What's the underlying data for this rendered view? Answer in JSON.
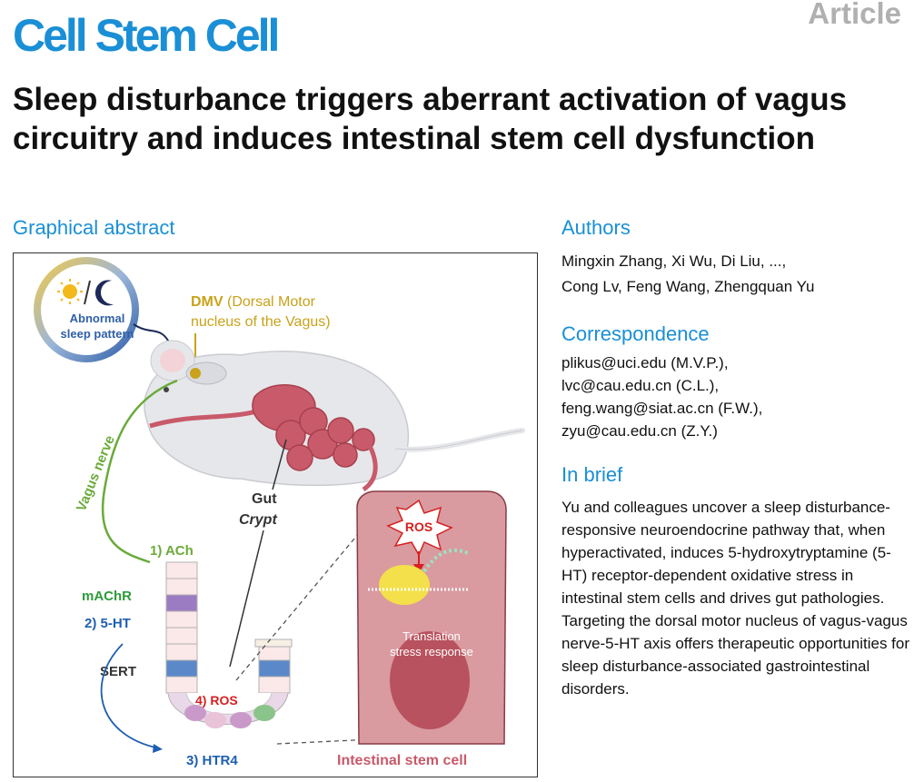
{
  "header": {
    "journal": "Cell Stem Cell",
    "article_type": "Article"
  },
  "paper": {
    "title": "Sleep disturbance triggers aberrant activation of vagus circuitry and induces intestinal stem cell dysfunction"
  },
  "sections": {
    "graphical_abstract": "Graphical abstract",
    "authors": "Authors",
    "correspondence": "Correspondence",
    "in_brief": "In brief"
  },
  "authors": {
    "line1": "Mingxin Zhang, Xi Wu, Di Liu, ...,",
    "line2": "Cong Lv, Feng Wang, Zhengquan Yu"
  },
  "correspondence": {
    "emails": [
      "plikus@uci.edu (M.V.P.),",
      "lvc@cau.edu.cn (C.L.),",
      "feng.wang@siat.ac.cn (F.W.),",
      "zyu@cau.edu.cn (Z.Y.)"
    ]
  },
  "in_brief": {
    "text": "Yu and colleagues uncover a sleep disturbance-responsive neuroendocrine pathway that, when hyperactivated, induces 5-hydroxytryptamine (5-HT) receptor-dependent oxidative stress in intestinal stem cells and drives gut pathologies. Targeting the dorsal motor nucleus of vagus-vagus nerve-5-HT axis offers therapeutic opportunities for sleep disturbance-associated gastrointestinal disorders."
  },
  "figure": {
    "sleep_line1": "Abnormal",
    "sleep_line2": "sleep pattern",
    "dmv_bold": "DMV",
    "dmv_rest": " (Dorsal Motor",
    "dmv_line2": "nucleus of the Vagus)",
    "vagus_nerve": "Vagus nerve",
    "gut": "Gut",
    "crypt": "Crypt",
    "ach": "1) ACh",
    "machr": "mAChR",
    "five_ht": "2) 5-HT",
    "sert": "SERT",
    "ros_crypt": "4) ROS",
    "htr4": "3) HTR4",
    "ros_cell": "ROS",
    "translation_line1": "Translation",
    "translation_line2": "stress response",
    "stem_cell_label": "Intestinal stem cell",
    "colors": {
      "sleep_ring": "#2f5fa8",
      "dmv": "#c9a21a",
      "nerve": "#6aaa3a",
      "gut": "#c85a6a",
      "stem_cell": "#d99aa0",
      "blue_label": "#1f5fb0",
      "red_label": "#d62020"
    }
  }
}
